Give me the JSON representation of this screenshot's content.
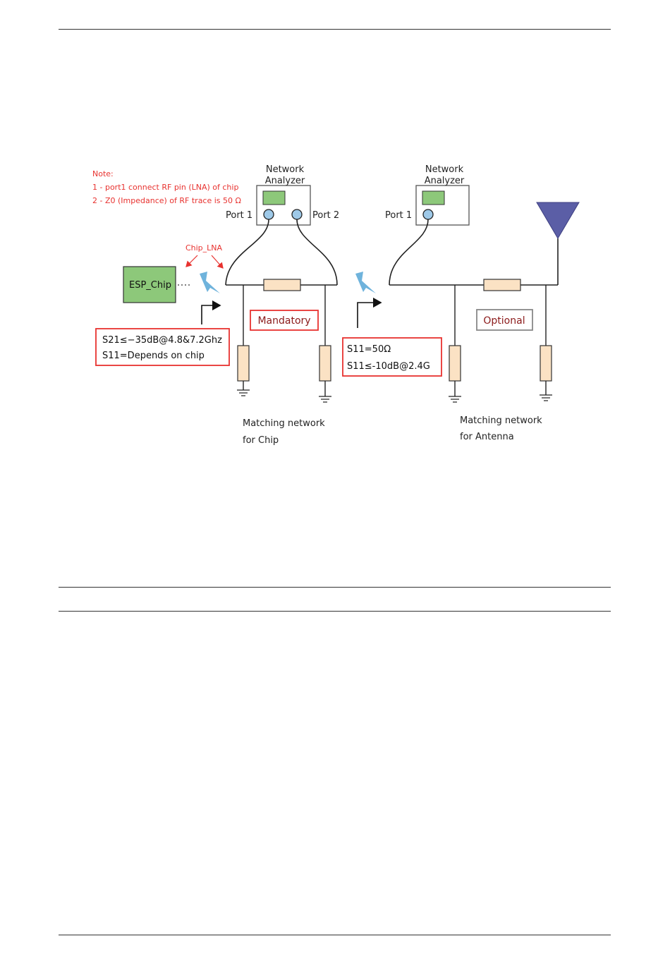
{
  "note": {
    "title": "Note:",
    "line1": "1 - port1 connect RF pin (LNA) of chip",
    "line2": "2 - Z0 (Impedance) of RF trace is 50 Ω"
  },
  "analyzer_left": {
    "title_line1": "Network",
    "title_line2": "Analyzer",
    "port1": "Port 1",
    "port2": "Port 2"
  },
  "analyzer_right": {
    "title_line1": "Network",
    "title_line2": "Analyzer",
    "port1": "Port 1"
  },
  "chip_lna_label": "Chip_LNA",
  "esp_chip": "ESP_Chip",
  "mandatory": "Mandatory",
  "optional": "Optional",
  "chip_spec": {
    "line1": "S21≤−35dB@4.8&7.2Ghz",
    "line2": "S11=Depends on chip"
  },
  "antenna_spec": {
    "line1": "S11=50Ω",
    "line2": "S11≤-10dB@2.4G"
  },
  "match_chip": {
    "line1": "Matching network",
    "line2": "for Chip"
  },
  "match_antenna": {
    "line1": "Matching network",
    "line2": "for Antenna"
  },
  "colors": {
    "red": "#e8322f",
    "dark_red": "#8b1a1a",
    "green": "#8dc87a",
    "port_blue": "#9ec9e8",
    "resistor": "#fbe2c4",
    "antenna": "#5b5ea6",
    "lightning": "#6fb3dc"
  }
}
